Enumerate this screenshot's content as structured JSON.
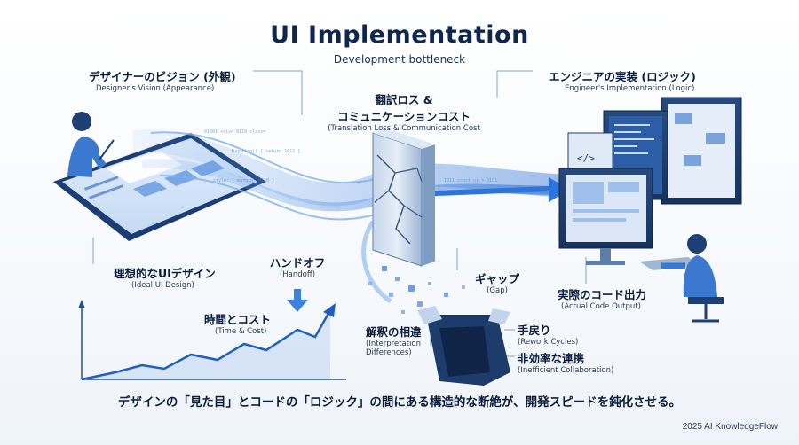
{
  "title": "UI Implementation",
  "subtitle": "Development bottleneck",
  "designer": {
    "jp": "デザイナーのビジョン (外観)",
    "en": "Designer's Vision (Appearance)"
  },
  "engineer": {
    "jp": "エンジニアの実装 (ロジック)",
    "en": "Engineer's Implementation (Logic)"
  },
  "translation_loss": {
    "jp_line1": "翻訳ロス &",
    "jp_line2": "コミュニケーションコスト",
    "en": "(Translation Loss & Communication Cost"
  },
  "ideal_ui": {
    "jp": "理想的なUIデザイン",
    "en": "(Ideal UI Design)"
  },
  "handoff": {
    "jp": "ハンドオフ",
    "en": "(Handoff)"
  },
  "time_cost": {
    "jp": "時間とコスト",
    "en": "(Time & Cost)"
  },
  "gap": {
    "jp": "ギャップ",
    "en": "(Gap)"
  },
  "actual_code": {
    "jp": "実際のコード出力",
    "en": "(Actual Code Output)"
  },
  "interpretation": {
    "jp": "解釈の相違",
    "en_line1": "(Interpretation",
    "en_line2": "Differences)"
  },
  "rework": {
    "jp": "手戻り",
    "en": "(Rework Cycles)"
  },
  "inefficient": {
    "jp": "非効率な連携",
    "en": "(Inefficient Collaboration)"
  },
  "footer": "デザインの「見た目」とコードの「ロジック」の間にある構造的な断絶が、開発スピードを鈍化させる。",
  "credit": "2025 AI KnowledgeFlow",
  "code_snippet": "</>",
  "colors": {
    "primary": "#1f5fbf",
    "dark": "#0f2750",
    "light": "#a9c8ef",
    "accent": "#3b82e0"
  }
}
